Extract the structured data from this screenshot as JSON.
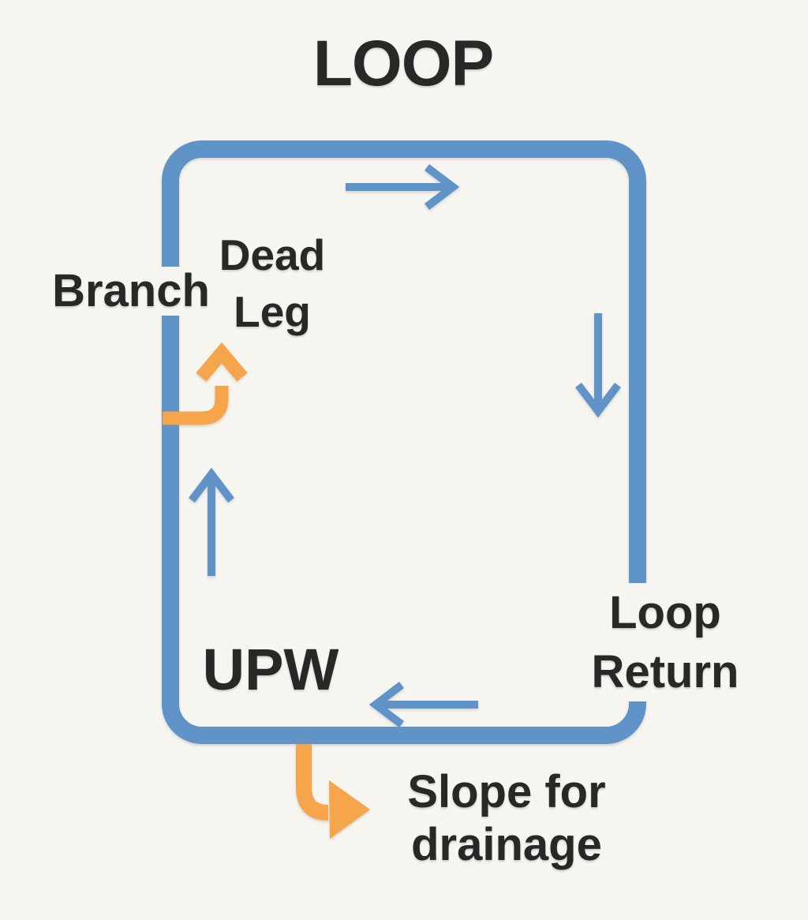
{
  "diagram": {
    "title": "LOOP",
    "labels": {
      "dead_leg": {
        "lines": [
          "Dead",
          "Leg"
        ]
      },
      "branch": "Branch",
      "loop_return": {
        "lines": [
          "Loop",
          "Return"
        ]
      },
      "upw": "UPW",
      "slope_for_drainage": {
        "lines": [
          "Slope for",
          "drainage"
        ]
      }
    },
    "flow_arrows": {
      "top_pipe": "right",
      "right_pipe": "down",
      "bottom_pipe": "left",
      "left_pipe": "up",
      "branch_arrow": "up",
      "drain_arrow": "down-right"
    },
    "colors": {
      "background": "#f7f5f0",
      "pipe_blue": "#6094c8",
      "arrow_blue": "#6094c8",
      "branch_orange": "#f6a54a",
      "text": "#2a2727"
    }
  }
}
